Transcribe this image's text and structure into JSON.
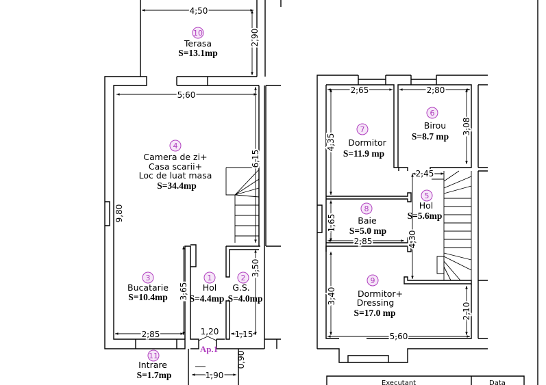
{
  "plans": {
    "ground_floor": {
      "apartment_label": "Ap.1",
      "rooms": [
        {
          "number": "10",
          "name": "Terasa",
          "area": "S=13.1mp"
        },
        {
          "number": "4",
          "name_lines": [
            "Camera de zi+",
            "Casa scarii+",
            "Loc de luat masa"
          ],
          "area": "S=34.4mp"
        },
        {
          "number": "3",
          "name": "Bucatarie",
          "area": "S=10.4mp"
        },
        {
          "number": "1",
          "name": "Hol",
          "area": "S=4.4mp"
        },
        {
          "number": "2",
          "name": "G.S.",
          "area": "S=4.0mp"
        },
        {
          "number": "11",
          "name": "Intrare",
          "area": "S=1.7mp"
        }
      ],
      "dimensions": [
        "4,50",
        "2,90",
        "5,60",
        "6,15",
        "9,80",
        "3,65",
        "3,50",
        "2,85",
        "1,20",
        "1,15",
        "0,90",
        "1,90"
      ]
    },
    "upper_floor": {
      "rooms": [
        {
          "number": "7",
          "name": "Dormitor",
          "area": "S=11.9 mp"
        },
        {
          "number": "6",
          "name": "Birou",
          "area": "S=8.7 mp"
        },
        {
          "number": "5",
          "name": "Hol",
          "area": "S=5.6mp"
        },
        {
          "number": "8",
          "name": "Baie",
          "area": "S=5.0 mp"
        },
        {
          "number": "9",
          "name_lines": [
            "Dormitor+",
            "Dressing"
          ],
          "area": "S=17.0 mp"
        }
      ],
      "dimensions": [
        "2,65",
        "2,80",
        "4,35",
        "3,08",
        "2,45",
        "1,65",
        "2,85",
        "4,30",
        "3,40",
        "2,10",
        "5,60"
      ]
    }
  },
  "title_block": {
    "executant_label": "Executant",
    "date_label": "Data"
  },
  "colors": {
    "room_number": "#b03fbf",
    "lines": "#000000"
  }
}
